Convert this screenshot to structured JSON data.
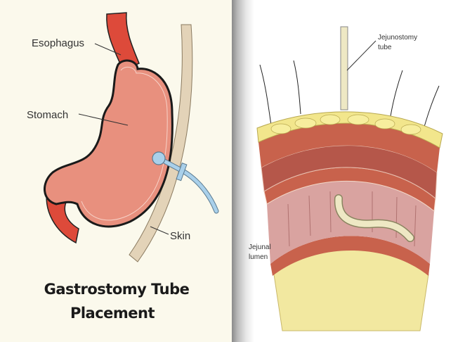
{
  "left_panel": {
    "labels": {
      "esophagus": "Esophagus",
      "stomach": "Stomach",
      "skin": "Skin"
    },
    "title_line1": "Gastrostomy Tube",
    "title_line2": "Placement"
  },
  "right_panel": {
    "labels": {
      "tube_line1": "Jejunostomy",
      "tube_line2": "tube",
      "lumen_line1": "Jejunal",
      "lumen_line2": "lumen"
    }
  },
  "colors": {
    "stomach": "#e8907e",
    "esophagus": "#dd4a3a",
    "skin": "#e3d3b8",
    "tube": "#a9d0ea",
    "fat": "#f2e68c",
    "muscle": "#c8624c"
  }
}
